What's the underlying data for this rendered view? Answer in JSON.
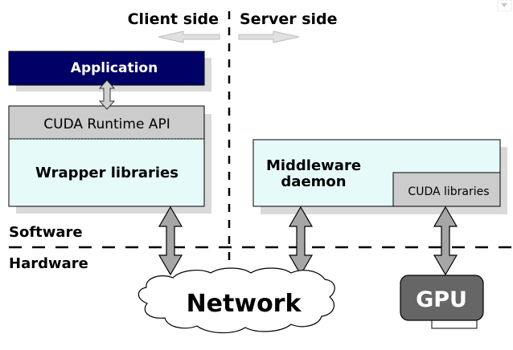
{
  "header": {
    "client_side": "Client side",
    "server_side": "Server side"
  },
  "layers": {
    "software": "Software",
    "hardware": "Hardware"
  },
  "client": {
    "application": "Application",
    "cuda_runtime_api": "CUDA Runtime API",
    "wrapper_libraries": "Wrapper libraries"
  },
  "server": {
    "middleware_line1": "Middleware",
    "middleware_line2": "daemon",
    "cuda_libraries": "CUDA libraries"
  },
  "network": "Network",
  "gpu": "GPU",
  "colors": {
    "application_fill": "#000066",
    "box_light_cyan": "#e6fafa",
    "box_gray": "#cccccc",
    "shadow": "#d9d9d9",
    "arrow_fill": "#a6a6a6",
    "gpu_fill": "#666666",
    "direction_arrow": "#e0e0e0"
  }
}
